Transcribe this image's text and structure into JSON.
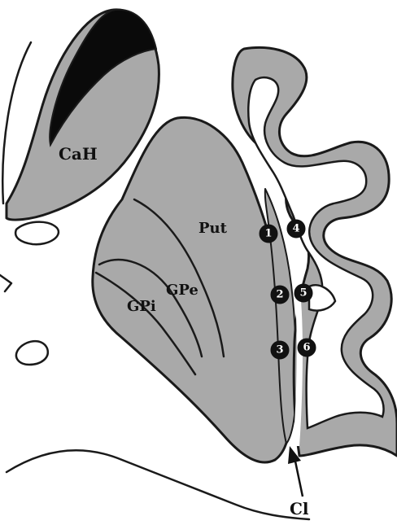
{
  "labels": {
    "caudate_head": "CaH",
    "putamen": "Put",
    "globus_pallidus_external": "GPe",
    "globus_pallidus_internal": "GPi",
    "claustrum": "Cl"
  },
  "markers": [
    "1",
    "2",
    "3",
    "4",
    "5",
    "6"
  ],
  "colors": {
    "region_fill": "#a9a9a9",
    "outline": "#1a1a1a",
    "ventricle": "#0a0a0a",
    "background": "#ffffff"
  }
}
